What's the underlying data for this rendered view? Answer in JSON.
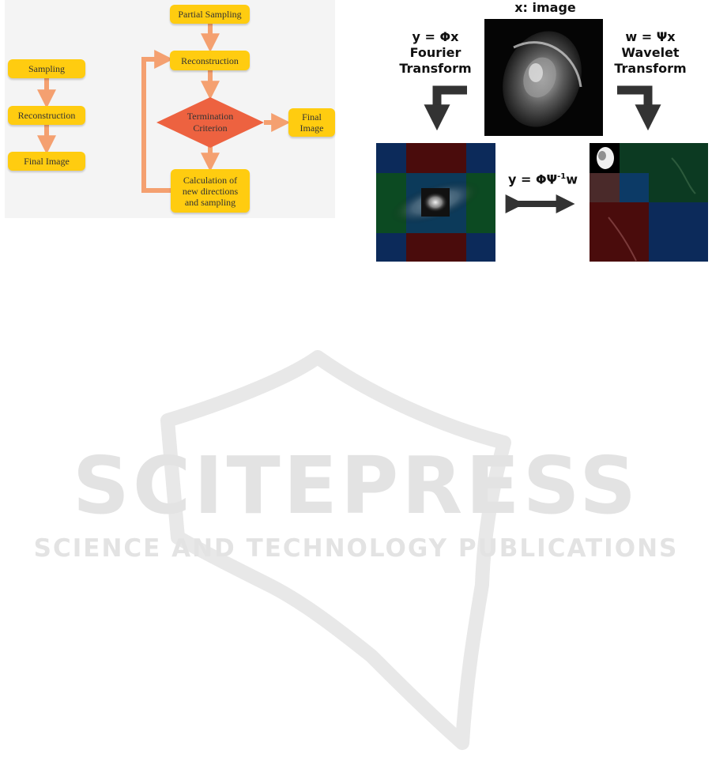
{
  "flow_simple": {
    "sampling": "Sampling",
    "reconstruction": "Reconstruction",
    "final_image": "Final Image"
  },
  "flow_adaptive": {
    "partial_sampling": "Partial Sampling",
    "reconstruction": "Reconstruction",
    "termination_line1": "Termination",
    "termination_line2": "Criterion",
    "final_image_line1": "Final",
    "final_image_line2": "Image",
    "calc_line1": "Calculation of",
    "calc_line2": "new directions",
    "calc_line3": "and sampling"
  },
  "transforms": {
    "x_label": "x: image",
    "fourier_eq": "y = Φx",
    "fourier_line1": "Fourier",
    "fourier_line2": "Transform",
    "wavelet_eq": "w = Ψx",
    "wavelet_line1": "Wavelet",
    "wavelet_line2": "Transform",
    "relation_prefix": "y = ΦΨ",
    "relation_sup": "-1",
    "relation_suffix": "w"
  },
  "watermark": {
    "main": "SCITEPRESS",
    "sub": "SCIENCE AND TECHNOLOGY PUBLICATIONS"
  },
  "colors": {
    "box_fill": "#ffcc10",
    "diamond_fill": "#ed6240",
    "arrow_orange": "#f4a070",
    "arrow_dark": "#333333"
  }
}
